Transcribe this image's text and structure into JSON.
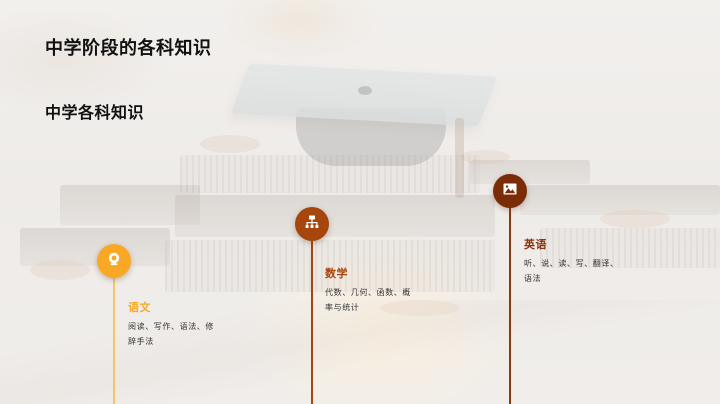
{
  "slide": {
    "title": "中学阶段的各科知识",
    "subtitle": "中学各科知识"
  },
  "timeline": {
    "items": [
      {
        "id": "chinese",
        "title": "语文",
        "description": "阅读、写作、语法、修辞手法",
        "icon": "webcam-icon",
        "color": "#f9a825"
      },
      {
        "id": "math",
        "title": "数学",
        "description": "代数、几何、函数、概率与统计",
        "icon": "hierarchy-icon",
        "color": "#a6450c"
      },
      {
        "id": "english",
        "title": "英语",
        "description": "听、说、读、写、翻译、语法",
        "icon": "image-icon",
        "color": "#7a2c08"
      }
    ]
  },
  "colors": {
    "chinese_accent": "#f9a825",
    "math_accent": "#a6450c",
    "english_accent": "#7a2c08",
    "title_text": "#111111",
    "body_text": "#333333"
  }
}
